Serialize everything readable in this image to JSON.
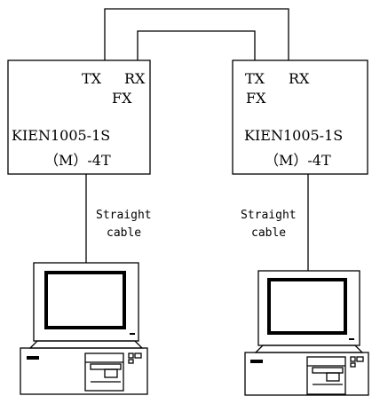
{
  "converters": [
    {
      "tx": "TX",
      "rx": "RX",
      "port": "FX",
      "model": "KIEN1005-1S",
      "variant": "（M）-4T"
    },
    {
      "tx": "TX",
      "rx": "RX",
      "port": "FX",
      "model": "KIEN1005-1S",
      "variant": "（M）-4T"
    }
  ],
  "cables": [
    {
      "line1": "Straight",
      "line2": "cable"
    },
    {
      "line1": "Straight",
      "line2": "cable"
    }
  ],
  "computers": [
    {
      "icon": "desktop-computer-icon"
    },
    {
      "icon": "desktop-computer-icon"
    }
  ]
}
